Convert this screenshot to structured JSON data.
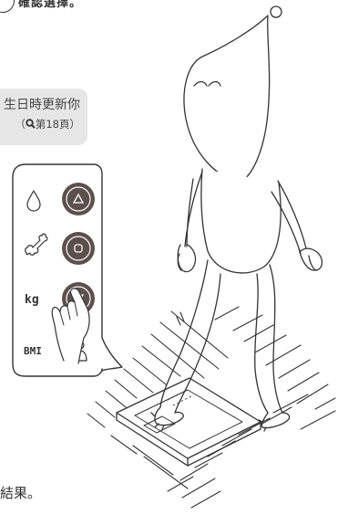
{
  "top_caption": {
    "text": "確認選擇。"
  },
  "note": {
    "line1": "生日時更新你",
    "line2_prefix": "（",
    "line2_suffix": "第18頁）"
  },
  "panel": {
    "labels": {
      "kg": "kg",
      "bmi": "BMI"
    },
    "icons": [
      "drop-icon",
      "bone-icon",
      "kg-label",
      "bmi-label"
    ],
    "buttons": [
      "up-button",
      "ok-button",
      "down-button"
    ]
  },
  "bottom_text": {
    "text": "結果。"
  }
}
